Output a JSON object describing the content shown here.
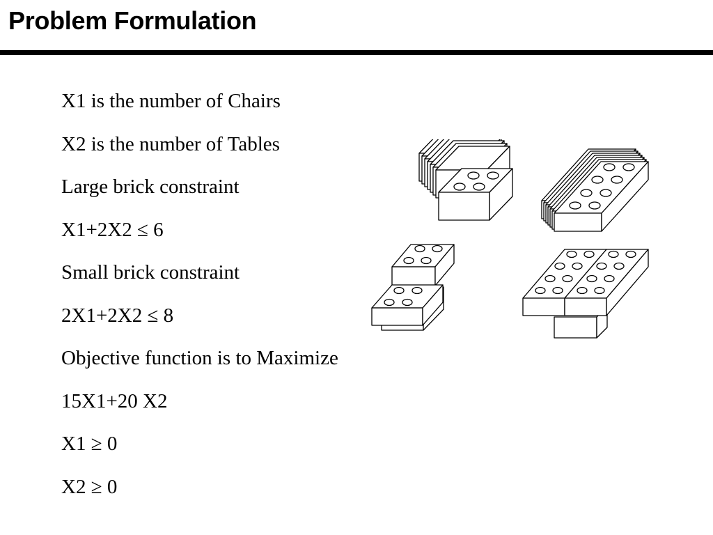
{
  "slide": {
    "title": "Problem Formulation"
  },
  "lines": [
    "X1 is the number of Chairs",
    "X2 is the number of Tables",
    "Large brick constraint",
    "X1+2X2 ≤ 6",
    "Small  brick constraint",
    "2X1+2X2 ≤ 8",
    "Objective function is  to Maximize",
    "15X1+20 X2",
    "X1 ≥ 0",
    "X2 ≥ 0"
  ],
  "illustration": {
    "items": [
      "small-brick-stack-icon",
      "large-brick-stack-icon",
      "chair-icon",
      "table-icon"
    ],
    "stroke_color": "#000000",
    "fill_color": "#ffffff"
  }
}
